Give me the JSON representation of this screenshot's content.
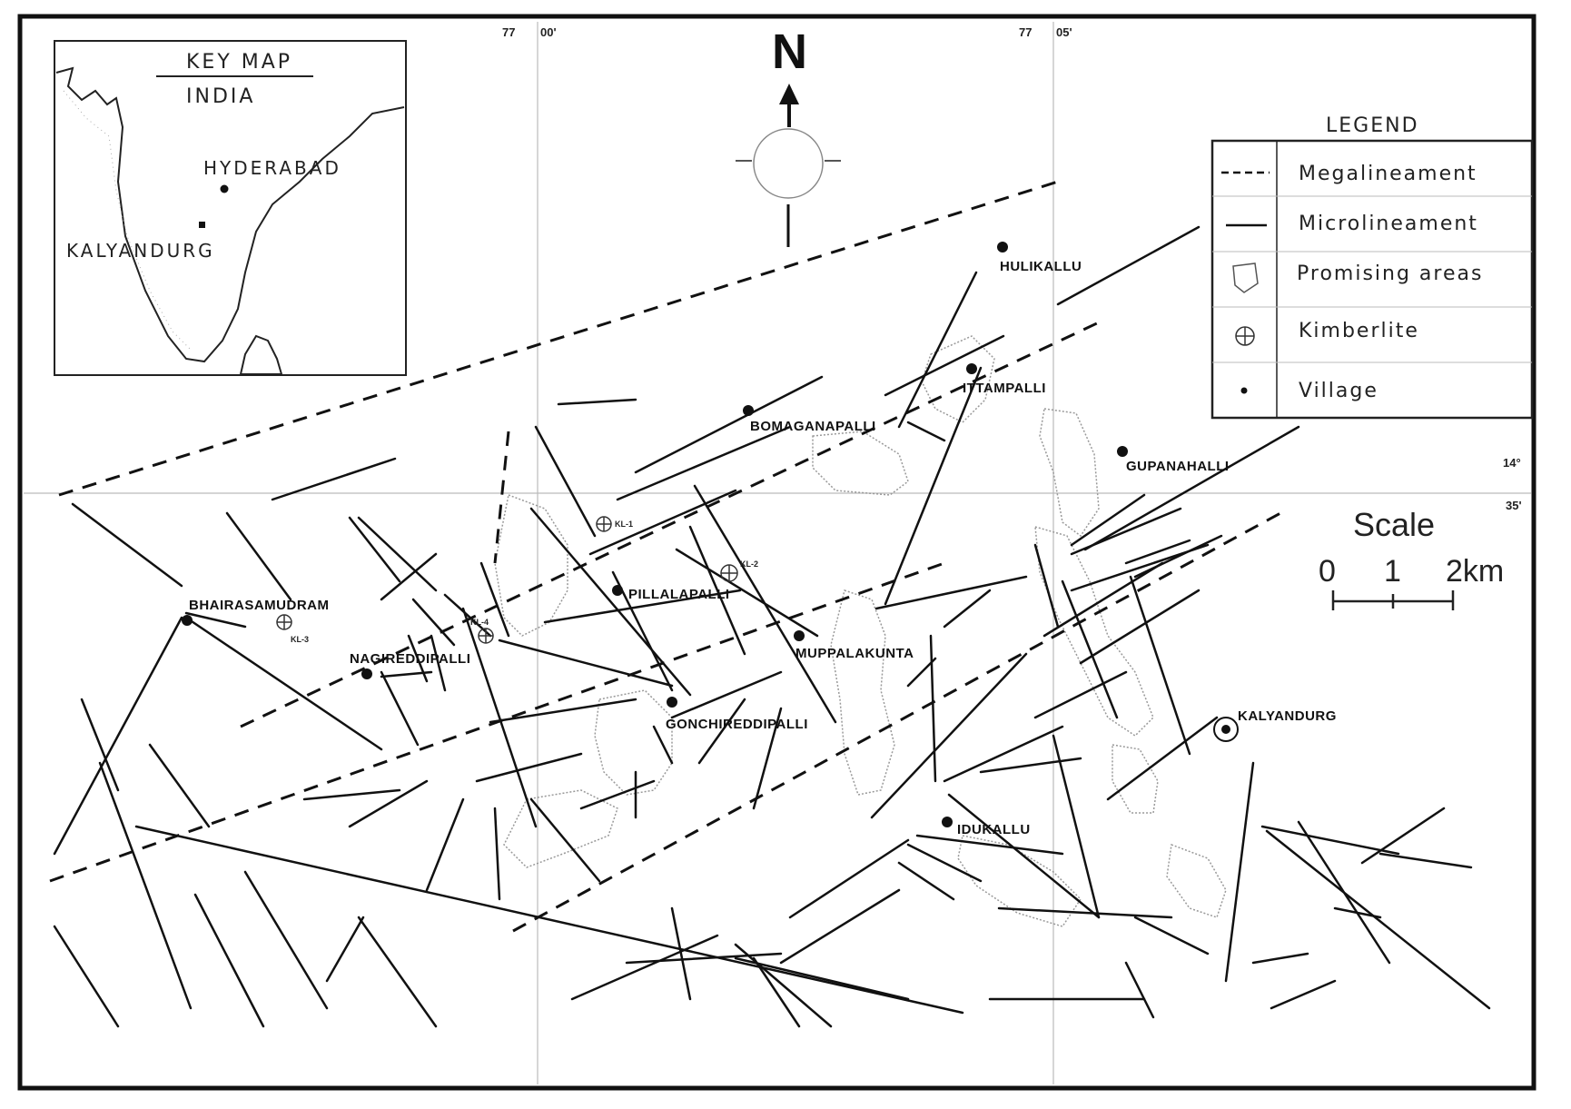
{
  "map": {
    "north_label": "N",
    "coordinates": {
      "lon_1": "77",
      "lon_1_min": "00'",
      "lon_2": "77",
      "lon_2_min": "05'",
      "lat_deg": "14°",
      "lat_min": "35'"
    },
    "villages": [
      {
        "name": "HULIKALLU"
      },
      {
        "name": "ITTAMPALLI"
      },
      {
        "name": "BOMAGANAPALLI"
      },
      {
        "name": "GUPANAHALLI"
      },
      {
        "name": "PILLALAPALLI"
      },
      {
        "name": "BHAIRASAMUDRAM"
      },
      {
        "name": "NAGIREDDIPALLI"
      },
      {
        "name": "MUPPALAKUNTA"
      },
      {
        "name": "GONCHIREDDIPALLI"
      },
      {
        "name": "KALYANDURG"
      },
      {
        "name": "IDUKALLU"
      }
    ],
    "kimberlites": [
      {
        "name": "KL-1"
      },
      {
        "name": "KL-2"
      },
      {
        "name": "KL-3"
      },
      {
        "name": "KL-4"
      }
    ]
  },
  "key_map": {
    "title": "KEY MAP",
    "subtitle": "INDIA",
    "places": [
      "HYDERABAD",
      "KALYANDURG"
    ]
  },
  "legend": {
    "title": "LEGEND",
    "items": [
      {
        "symbol": "dashed-line",
        "label": "Megalineament"
      },
      {
        "symbol": "solid-line",
        "label": "Microlineament"
      },
      {
        "symbol": "outline-polygon",
        "label": "Promising areas"
      },
      {
        "symbol": "circle-cross",
        "label": "Kimberlite"
      },
      {
        "symbol": "dot",
        "label": "Village"
      }
    ]
  },
  "scale": {
    "title": "Scale",
    "ticks": [
      "0",
      "1",
      "2km"
    ]
  }
}
